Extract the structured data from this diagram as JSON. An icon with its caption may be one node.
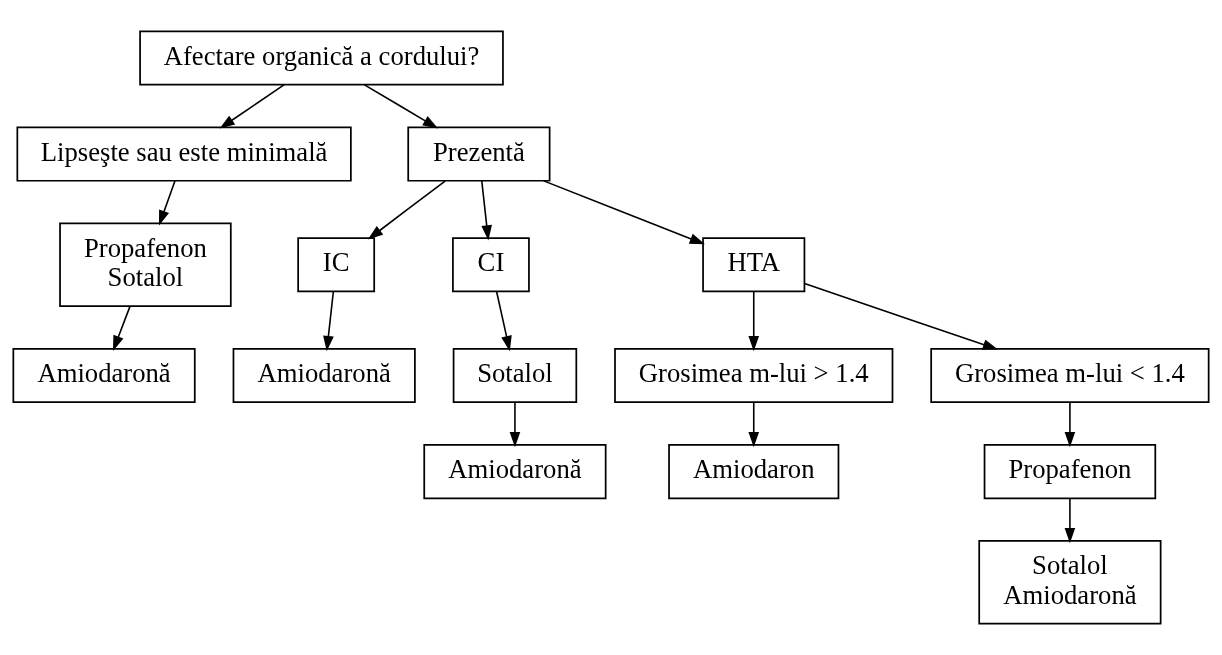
{
  "diagram": {
    "nodes": [
      {
        "text": [
          "Afectare organică a cordului?"
        ]
      },
      {
        "text": [
          "Lipseşte sau este minimală"
        ]
      },
      {
        "text": [
          "Prezentă"
        ]
      },
      {
        "text": [
          "Propafenon",
          "Sotalol"
        ]
      },
      {
        "text": [
          "Amiodaronă"
        ]
      },
      {
        "text": [
          "IC"
        ]
      },
      {
        "text": [
          "CI"
        ]
      },
      {
        "text": [
          "HTA"
        ]
      },
      {
        "text": [
          "Amiodaronă"
        ]
      },
      {
        "text": [
          "Sotalol"
        ]
      },
      {
        "text": [
          "Amiodaronă"
        ]
      },
      {
        "text": [
          "Grosimea m-lui > 1.4"
        ]
      },
      {
        "text": [
          "Grosimea m-lui < 1.4"
        ]
      },
      {
        "text": [
          "Amiodaron"
        ]
      },
      {
        "text": [
          "Propafenon"
        ]
      },
      {
        "text": [
          "Sotalol",
          "Amiodaronă"
        ]
      }
    ],
    "edges": [
      {
        "from": 0,
        "to": 1,
        "arrow": "to"
      },
      {
        "from": 0,
        "to": 2,
        "arrow": "to"
      },
      {
        "from": 1,
        "to": 3,
        "arrow": "to"
      },
      {
        "from": 3,
        "to": 4,
        "arrow": "to"
      },
      {
        "from": 2,
        "to": 5,
        "arrow": "to"
      },
      {
        "from": 2,
        "to": 6,
        "arrow": "to"
      },
      {
        "from": 2,
        "to": 7,
        "arrow": "to"
      },
      {
        "from": 5,
        "to": 8,
        "arrow": "to"
      },
      {
        "from": 6,
        "to": 9,
        "arrow": "to"
      },
      {
        "from": 9,
        "to": 10,
        "arrow": "to"
      },
      {
        "from": 7,
        "to": 11,
        "arrow": "to"
      },
      {
        "from": 7,
        "to": 12,
        "arrow": "to"
      },
      {
        "from": 11,
        "to": 13,
        "arrow": "to"
      },
      {
        "from": 12,
        "to": 14,
        "arrow": "to"
      },
      {
        "from": 14,
        "to": 15,
        "arrow": "to"
      }
    ]
  }
}
